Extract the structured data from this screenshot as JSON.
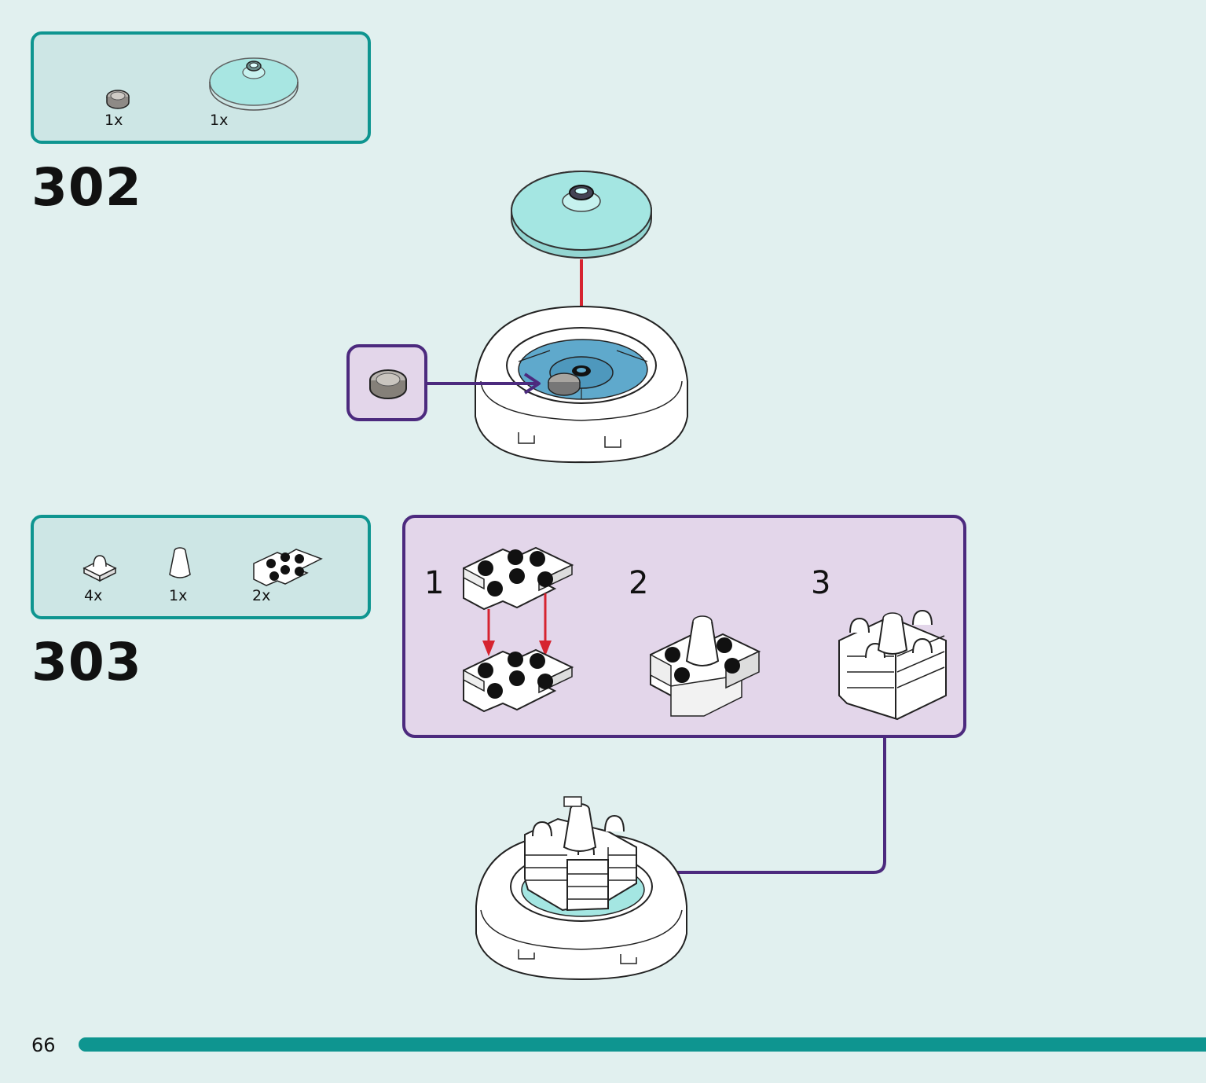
{
  "steps": [
    {
      "number": "302",
      "parts": [
        {
          "qty": "1x",
          "icon": "round-tile-5-icon"
        },
        {
          "qty": "1x",
          "icon": "transparent-dish-icon"
        }
      ],
      "callout_part_icon": "round-tile-5-icon"
    },
    {
      "number": "303",
      "parts": [
        {
          "qty": "4x",
          "icon": "clip-plate-icon"
        },
        {
          "qty": "1x",
          "icon": "cone-icon"
        },
        {
          "qty": "2x",
          "icon": "cross-plate-icon"
        }
      ],
      "substeps": [
        "1",
        "2",
        "3"
      ]
    }
  ],
  "page": {
    "number": "66"
  },
  "colors": {
    "background": "#e1f0ef",
    "parts_box_border": "#0e9590",
    "callout_border": "#4c2a7e",
    "callout_fill": "#e3d6ea",
    "arrow_red": "#d62430",
    "water_blue": "#5fa9cc",
    "trans_cyan": "#a4e6e2"
  }
}
